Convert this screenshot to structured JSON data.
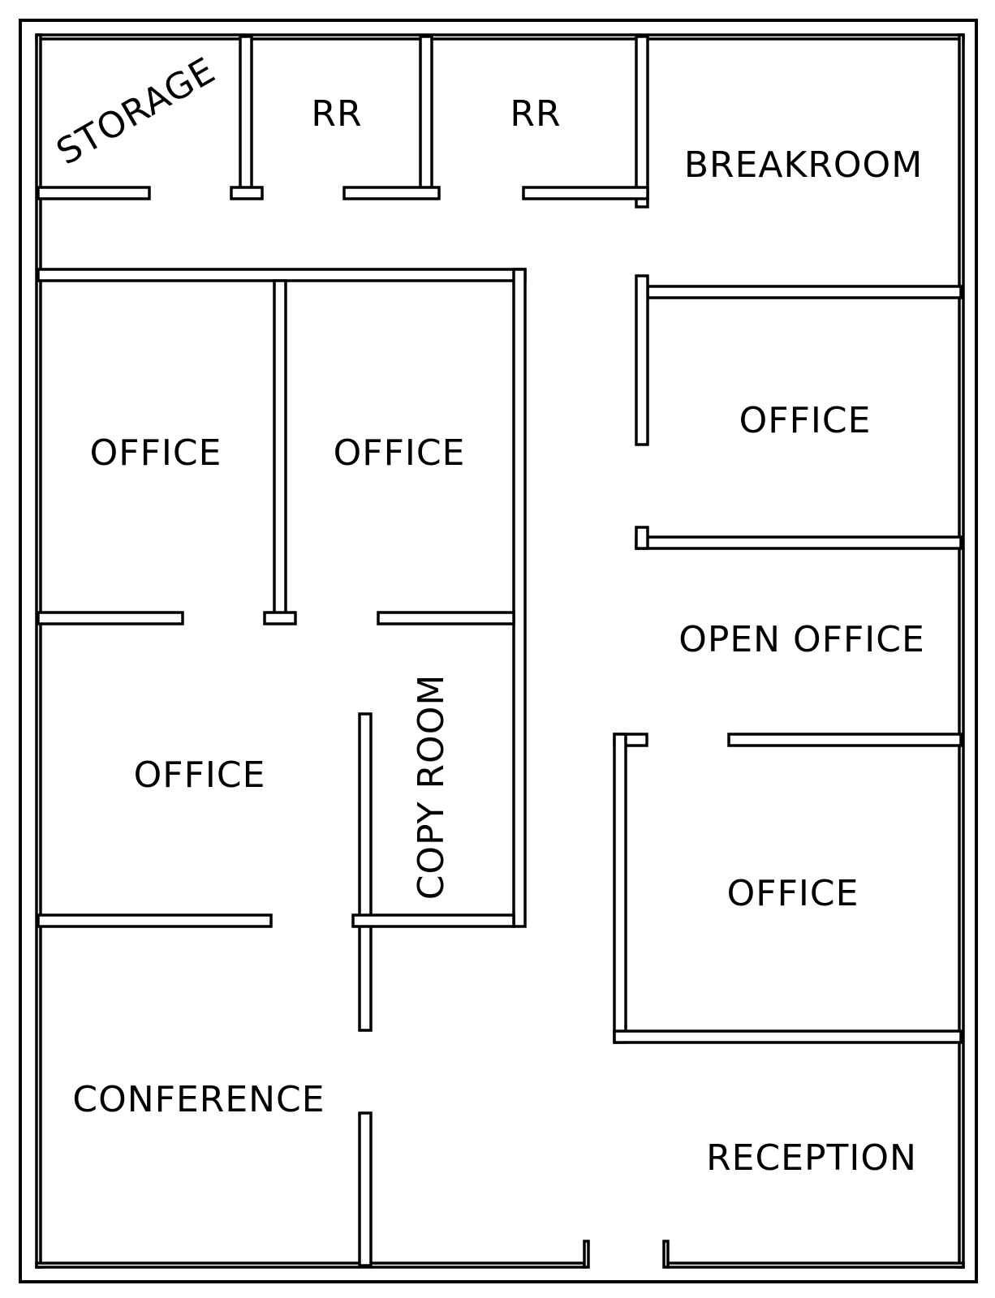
{
  "rooms": [
    {
      "id": "storage",
      "label": "STORAGE"
    },
    {
      "id": "rr-1",
      "label": "RR"
    },
    {
      "id": "rr-2",
      "label": "RR"
    },
    {
      "id": "breakroom",
      "label": "BREAKROOM"
    },
    {
      "id": "office-left-top",
      "label": "OFFICE"
    },
    {
      "id": "office-center-top",
      "label": "OFFICE"
    },
    {
      "id": "office-right-top",
      "label": "OFFICE"
    },
    {
      "id": "open-office",
      "label": "OPEN OFFICE"
    },
    {
      "id": "office-left-middle",
      "label": "OFFICE"
    },
    {
      "id": "copy-room",
      "label": "COPY ROOM"
    },
    {
      "id": "office-right-bottom",
      "label": "OFFICE"
    },
    {
      "id": "conference",
      "label": "CONFERENCE"
    },
    {
      "id": "reception",
      "label": "RECEPTION"
    }
  ]
}
